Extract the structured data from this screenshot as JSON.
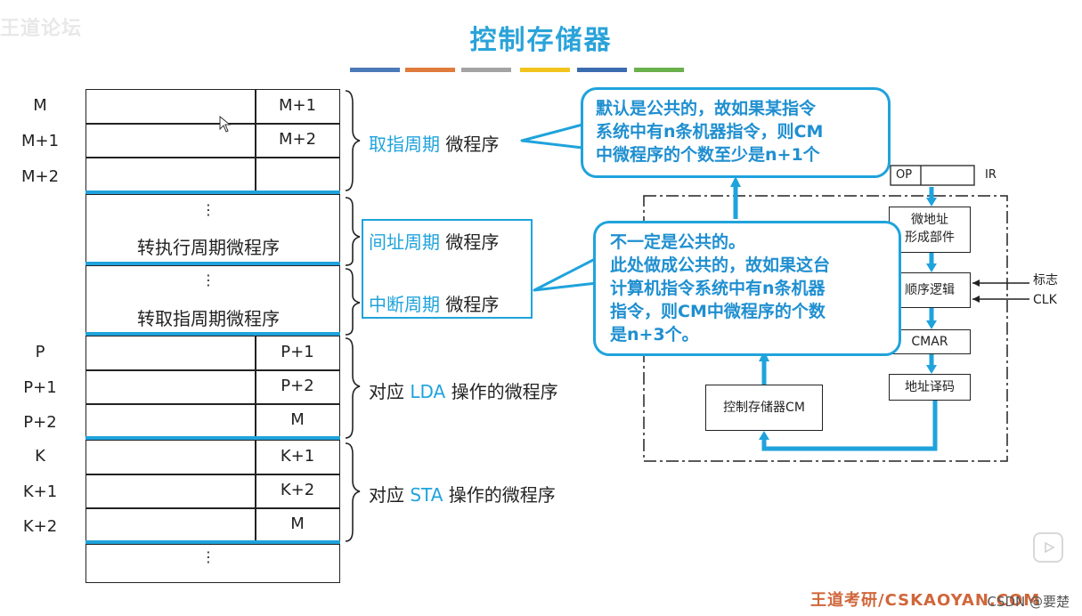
{
  "watermark": "王道论坛",
  "title": "控制存储器",
  "colors": {
    "accent": "#1fa3dc",
    "bars": [
      "#4a7ab8",
      "#e07b3c",
      "#a3a3a3",
      "#f2c31c",
      "#3b6cb0",
      "#6ab04c"
    ]
  },
  "memory": {
    "rows": [
      {
        "label": "M",
        "right": "M+1"
      },
      {
        "label": "M+1",
        "right": "M+2"
      },
      {
        "label": "M+2",
        "right": ""
      },
      {
        "label": "P",
        "right": "P+1"
      },
      {
        "label": "P+1",
        "right": "P+2"
      },
      {
        "label": "P+2",
        "right": "M"
      },
      {
        "label": "K",
        "right": "K+1"
      },
      {
        "label": "K+1",
        "right": "K+2"
      },
      {
        "label": "K+2",
        "right": "M"
      }
    ],
    "indirect_block": {
      "dots": "⋮",
      "text": "转执行周期微程序"
    },
    "interrupt_block": {
      "dots": "⋮",
      "text": "转取指周期微程序"
    },
    "bottom_dots": "⋮"
  },
  "braces": {
    "fetch": {
      "cycle": "取指周期",
      "suffix": " 微程序"
    },
    "indirect": {
      "cycle": "间址周期",
      "suffix": " 微程序"
    },
    "interrupt": {
      "cycle": "中断周期",
      "suffix": " 微程序"
    },
    "lda": {
      "prefix": "对应 ",
      "op": "LDA",
      "suffix": " 操作的微程序"
    },
    "sta": {
      "prefix": "对应 ",
      "op": "STA",
      "suffix": " 操作的微程序"
    }
  },
  "callouts": {
    "top": [
      "默认是公共的，故如果某指令",
      "系统中有n条机器指令，则CM",
      "中微程序的个数至少是n+1个"
    ],
    "middle": [
      "不一定是公共的。",
      "此处做成公共的，故如果这台",
      "计算机指令系统中有n条机器",
      "指令，则CM中微程序的个数",
      "是n+3个。"
    ]
  },
  "diagram": {
    "op": "OP",
    "ir": "IR",
    "addr_gen": [
      "微地址",
      "形成部件"
    ],
    "seq_logic": "顺序逻辑",
    "flag": "标志",
    "clk": "CLK",
    "cmar": "CMAR",
    "addr_decode": "地址译码",
    "cm": "控制存储器CM"
  },
  "footer": {
    "brand": "王道考研/CSKAOYAN.COM",
    "credit": "CSDN @要楚"
  }
}
